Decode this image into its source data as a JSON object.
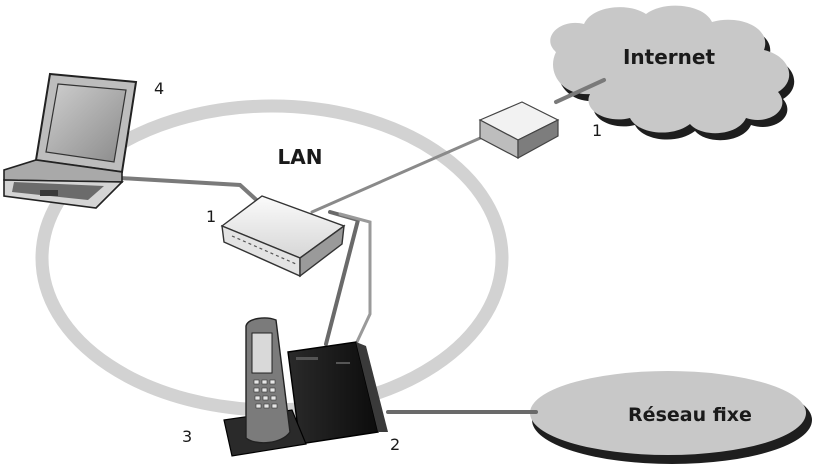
{
  "labels": {
    "lan": "LAN",
    "internet": "Internet",
    "fixed_network": "Réseau fixe"
  },
  "callouts": {
    "laptop": "4",
    "modem": "1",
    "router": "1",
    "base_station": "2",
    "handset": "3"
  },
  "colors": {
    "lan_ring": "#d2d2d2",
    "cloud_fill": "#c8c8c8",
    "cloud_shadow": "#1e1e1e",
    "cable": "#7a7a7a"
  }
}
